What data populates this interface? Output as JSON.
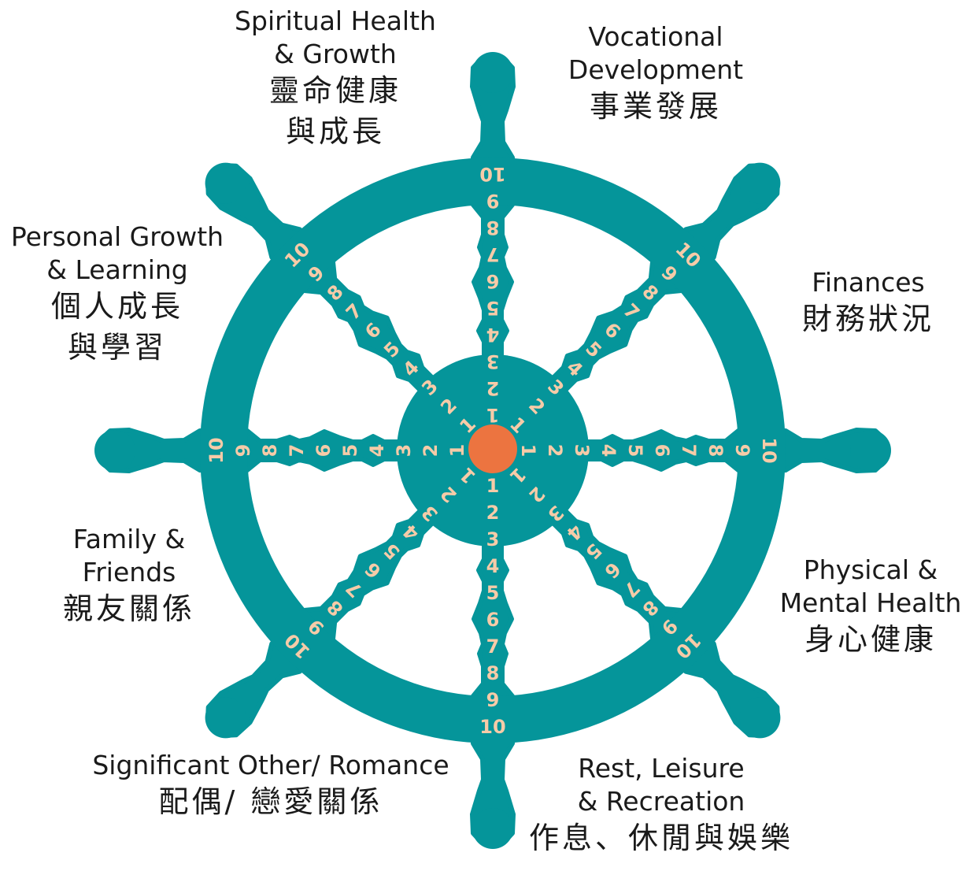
{
  "colors": {
    "wheel": "#05959A",
    "hub_center": "#EC7440",
    "numbers": "#F6CBA8"
  },
  "scale": [
    "1",
    "2",
    "3",
    "4",
    "5",
    "6",
    "7",
    "8",
    "9",
    "10"
  ],
  "areas": [
    {
      "key": "spiritual",
      "en": [
        "Spiritual Health",
        "& Growth"
      ],
      "zh": [
        "靈命健康",
        "與成長"
      ]
    },
    {
      "key": "vocational",
      "en": [
        "Vocational",
        "Development"
      ],
      "zh": [
        "事業發展"
      ]
    },
    {
      "key": "finances",
      "en": [
        "Finances"
      ],
      "zh": [
        "財務狀況"
      ]
    },
    {
      "key": "physical",
      "en": [
        "Physical &",
        "Mental Health"
      ],
      "zh": [
        "身心健康"
      ]
    },
    {
      "key": "rest",
      "en": [
        "Rest, Leisure",
        "& Recreation"
      ],
      "zh": [
        "作息、休閒與娛樂"
      ]
    },
    {
      "key": "romance",
      "en": [
        "Significant Other/ Romance"
      ],
      "zh": [
        "配偶/ 戀愛關係"
      ]
    },
    {
      "key": "family",
      "en": [
        "Family &",
        "Friends"
      ],
      "zh": [
        "親友關係"
      ]
    },
    {
      "key": "personal",
      "en": [
        "Personal Growth",
        "& Learning"
      ],
      "zh": [
        "個人成長",
        "與學習"
      ]
    }
  ]
}
